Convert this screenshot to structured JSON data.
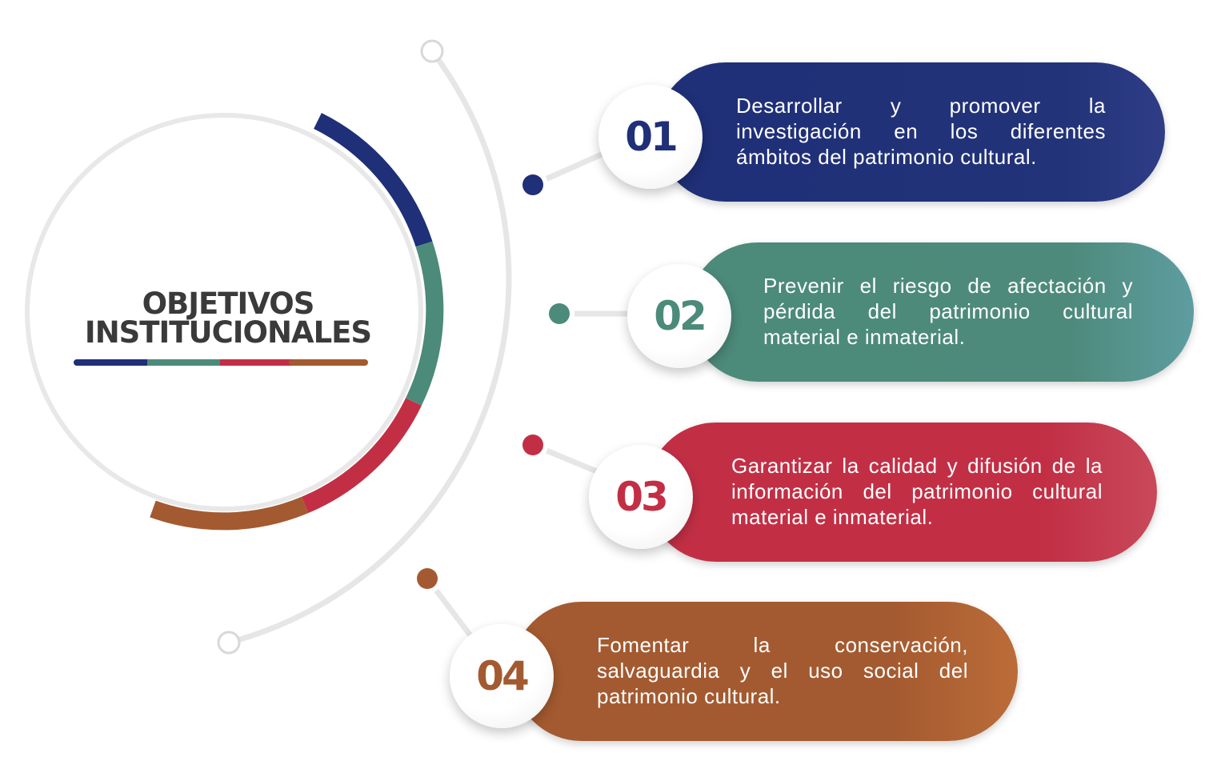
{
  "title": {
    "line1": "OBJETIVOS",
    "line2": "INSTITUCIONALES"
  },
  "colors": {
    "blue": "#1f2f78",
    "teal": "#4c8a7a",
    "red": "#c22f45",
    "brown": "#a35a30",
    "track": "#e6e6e6",
    "title": "#3a3a3a"
  },
  "items": [
    {
      "number": "01",
      "text": "Desarrollar y promover la investigación en los diferentes ámbitos del patrimonio cultural.",
      "color": "#1f2f78"
    },
    {
      "number": "02",
      "text": "Prevenir el riesgo de afectación y pérdida del patrimonio cultural material e inmaterial.",
      "color": "#4c8a7a"
    },
    {
      "number": "03",
      "text": "Garantizar la calidad y difusión de la información del patrimonio cultural material e inmaterial.",
      "color": "#c22f45"
    },
    {
      "number": "04",
      "text": "Fomentar la conservación, salvaguardia y el uso social del patrimonio cultural.",
      "color": "#a35a30"
    }
  ]
}
